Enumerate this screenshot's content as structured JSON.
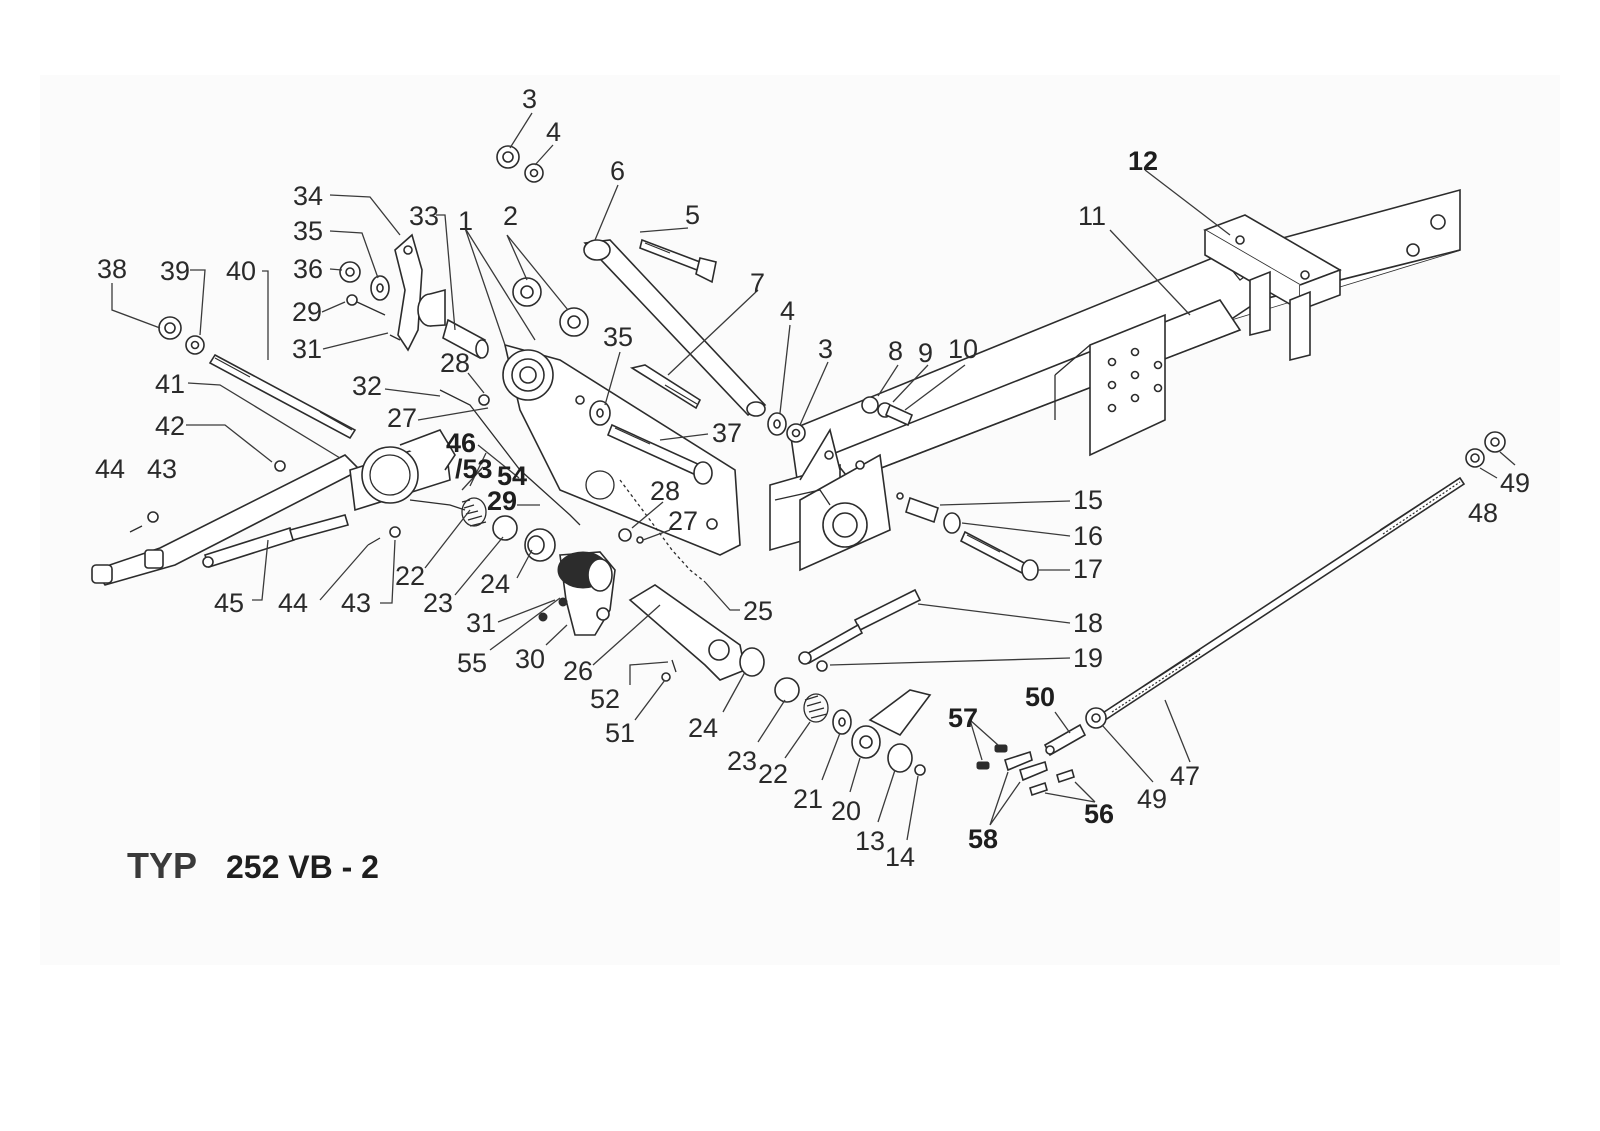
{
  "drawing": {
    "title_prefix": "TYP",
    "title_model": "252 VB - 2"
  },
  "callouts": [
    {
      "key": "c3a",
      "text": "3"
    },
    {
      "key": "c4a",
      "text": "4"
    },
    {
      "key": "c6",
      "text": "6"
    },
    {
      "key": "c5",
      "text": "5"
    },
    {
      "key": "c34",
      "text": "34"
    },
    {
      "key": "c33",
      "text": "33"
    },
    {
      "key": "c1",
      "text": "1"
    },
    {
      "key": "c2",
      "text": "2"
    },
    {
      "key": "c12",
      "text": "12"
    },
    {
      "key": "c11",
      "text": "11"
    },
    {
      "key": "c35a",
      "text": "35"
    },
    {
      "key": "c36",
      "text": "36"
    },
    {
      "key": "c38",
      "text": "38"
    },
    {
      "key": "c39",
      "text": "39"
    },
    {
      "key": "c40",
      "text": "40"
    },
    {
      "key": "c29a",
      "text": "29"
    },
    {
      "key": "c31a",
      "text": "31"
    },
    {
      "key": "c7",
      "text": "7"
    },
    {
      "key": "c4b",
      "text": "4"
    },
    {
      "key": "c3b",
      "text": "3"
    },
    {
      "key": "c8",
      "text": "8"
    },
    {
      "key": "c9",
      "text": "9"
    },
    {
      "key": "c10",
      "text": "10"
    },
    {
      "key": "c35b",
      "text": "35"
    },
    {
      "key": "c28a",
      "text": "28"
    },
    {
      "key": "c41",
      "text": "41"
    },
    {
      "key": "c32",
      "text": "32"
    },
    {
      "key": "c27a",
      "text": "27"
    },
    {
      "key": "c37",
      "text": "37"
    },
    {
      "key": "c42",
      "text": "42"
    },
    {
      "key": "c46",
      "text": "46"
    },
    {
      "key": "c53",
      "text": "/53"
    },
    {
      "key": "c54",
      "text": "54"
    },
    {
      "key": "c44a",
      "text": "44"
    },
    {
      "key": "c43a",
      "text": "43"
    },
    {
      "key": "c29b",
      "text": "29"
    },
    {
      "key": "c28b",
      "text": "28"
    },
    {
      "key": "c15",
      "text": "15"
    },
    {
      "key": "c16",
      "text": "16"
    },
    {
      "key": "c27b",
      "text": "27"
    },
    {
      "key": "c17",
      "text": "17"
    },
    {
      "key": "c22a",
      "text": "22"
    },
    {
      "key": "c23a",
      "text": "23"
    },
    {
      "key": "c24a",
      "text": "24"
    },
    {
      "key": "c45",
      "text": "45"
    },
    {
      "key": "c44b",
      "text": "44"
    },
    {
      "key": "c43b",
      "text": "43"
    },
    {
      "key": "c25",
      "text": "25"
    },
    {
      "key": "c31b",
      "text": "31"
    },
    {
      "key": "c18",
      "text": "18"
    },
    {
      "key": "c55",
      "text": "55"
    },
    {
      "key": "c30",
      "text": "30"
    },
    {
      "key": "c26",
      "text": "26"
    },
    {
      "key": "c19",
      "text": "19"
    },
    {
      "key": "c52",
      "text": "52"
    },
    {
      "key": "c51",
      "text": "51"
    },
    {
      "key": "c24b",
      "text": "24"
    },
    {
      "key": "c23b",
      "text": "23"
    },
    {
      "key": "c22b",
      "text": "22"
    },
    {
      "key": "c21",
      "text": "21"
    },
    {
      "key": "c20",
      "text": "20"
    },
    {
      "key": "c13",
      "text": "13"
    },
    {
      "key": "c14",
      "text": "14"
    },
    {
      "key": "c57",
      "text": "57"
    },
    {
      "key": "c50",
      "text": "50"
    },
    {
      "key": "c58",
      "text": "58"
    },
    {
      "key": "c56",
      "text": "56"
    },
    {
      "key": "c49a",
      "text": "49"
    },
    {
      "key": "c47",
      "text": "47"
    },
    {
      "key": "c48",
      "text": "48"
    },
    {
      "key": "c49b",
      "text": "49"
    }
  ]
}
